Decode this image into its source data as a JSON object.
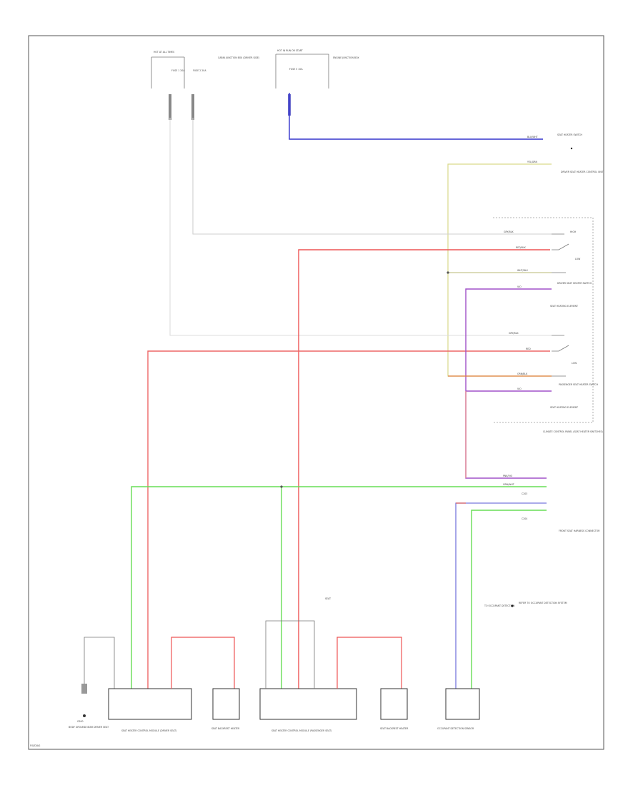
{
  "diagram": {
    "corner_code": "FIG/DIAG",
    "hot_at_all_times": "HOT AT ALL TIMES",
    "hot_in_run": "HOT IN RUN OR START",
    "fuse_a": "FUSE 1 20A",
    "fuse_b": "FUSE 2 20A",
    "fuse_c": "FUSE 3 10A",
    "junction_box_a": "CABIN JUNCTION BOX (DRIVER SIDE)",
    "junction_box_b": "ENGINE JUNCTION BOX",
    "blu_label": "BLU/WHT",
    "ylw_label": "YEL/GRN",
    "gry_label": "GRY/BLK",
    "red_label": "RED/BLK",
    "red_label2": "RED",
    "grn_label": "GRN/WHT",
    "pnk_label": "PNK/VIO",
    "vio_label": "VIO",
    "wht_label": "WHT/BLU",
    "org_label": "ORN/BLK",
    "comp_right_top": "SEAT HEATER SWITCH",
    "comp_ylw_text": "DRIVER SEAT HEATER CONTROL UNIT",
    "switch_hi": "HIGH",
    "switch_lo": "LOW",
    "sw_label_driver": "DRIVER SEAT HEATER SWITCH",
    "sw_label_pass": "PASSENGER SEAT HEATER SWITCH",
    "heater_element_a": "SEAT HEATING ELEMENT",
    "heater_element_b": "SEAT HEATING ELEMENT",
    "switch_panel_caption": "CLIMATE CONTROL PANEL (SEAT HEATER SWITCHES)",
    "conn_a": "C203",
    "conn_b": "C204",
    "conn_right_caption": "FRONT SEAT HARNESS CONNECTOR",
    "ground_label": "G200",
    "ground_caption": "BODY GROUND NEAR DRIVER SEAT",
    "module_1": "SEAT HEATER CONTROL MODULE (DRIVER SEAT)",
    "module_2": "SEAT BACKREST HEATER",
    "module_3": "SEAT HEATER CONTROL MODULE (PASSENGER SEAT)",
    "module_4": "SEAT BACKREST HEATER",
    "module_5": "OCCUPANT DETECTION SENSOR",
    "callout_text": "TO OCCUPANT DETECTION",
    "side_note": "REFER TO OCCUPANT DETECTION SYSTEM",
    "vertical_tag": "SEAT"
  }
}
